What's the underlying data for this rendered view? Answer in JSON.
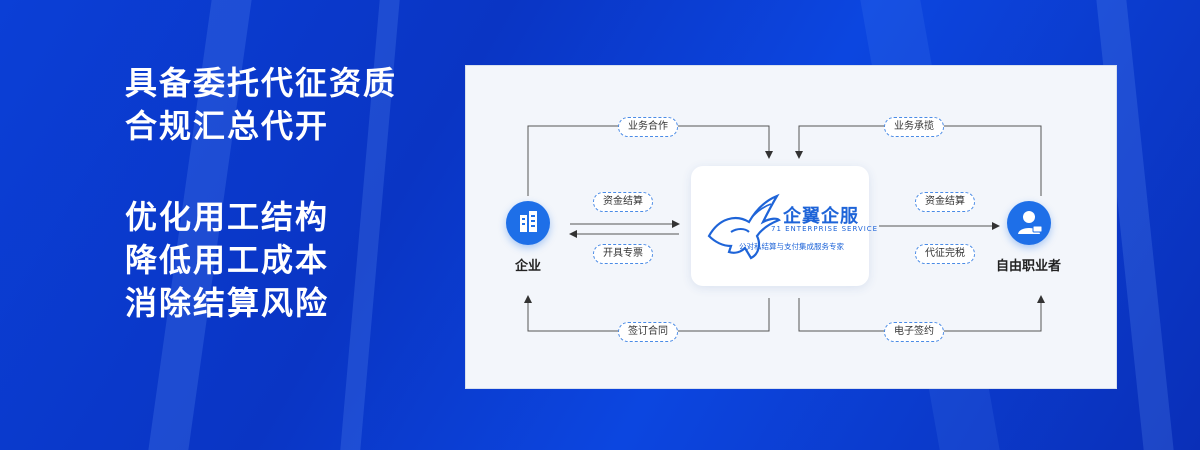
{
  "slogans": {
    "line1": "具备委托代征资质",
    "line2": "合规汇总代开",
    "line3": "优化用工结构",
    "line4": "降低用工成本",
    "line5": "消除结算风险"
  },
  "diagram": {
    "left_node": "企业",
    "right_node": "自由职业者",
    "center": {
      "title": "企翼企服",
      "subtitle": "71 ENTERPRISE SERVICE",
      "desc": "公对私结算与支付集成服务专家"
    },
    "labels": {
      "top_left": "业务合作",
      "top_right": "业务承揽",
      "bottom_left": "签订合同",
      "bottom_right": "电子签约",
      "mid_left_top": "资金结算",
      "mid_left_bottom": "开具专票",
      "mid_right_top": "资金结算",
      "mid_right_bottom": "代征完税"
    }
  },
  "colors": {
    "background": "#0b3fd6",
    "accent": "#1e6fe8",
    "panel": "#f3f6fb"
  }
}
